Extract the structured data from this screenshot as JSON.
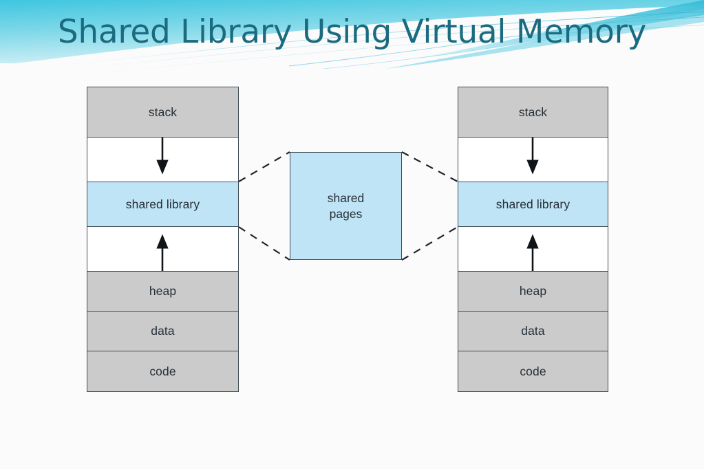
{
  "slide": {
    "title": "Shared Library Using Virtual Memory",
    "title_color": "#1b6b80",
    "background_color": "#fbfbfc",
    "accent_color": "#4cc4dd"
  },
  "diagram": {
    "type": "memory-layout",
    "colors": {
      "gray_segment": "#cbcbcb",
      "blue_segment": "#bfe4f6",
      "border": "#3d4a52",
      "text": "#262f36"
    },
    "left_process": {
      "name": "process-1-address-space",
      "segments": [
        {
          "label": "stack",
          "fill": "gray",
          "arrow": "none"
        },
        {
          "label": "",
          "fill": "white",
          "arrow": "down"
        },
        {
          "label": "shared library",
          "fill": "blue",
          "arrow": "none"
        },
        {
          "label": "",
          "fill": "white",
          "arrow": "up"
        },
        {
          "label": "heap",
          "fill": "gray",
          "arrow": "none"
        },
        {
          "label": "data",
          "fill": "gray",
          "arrow": "none"
        },
        {
          "label": "code",
          "fill": "gray",
          "arrow": "none"
        }
      ]
    },
    "right_process": {
      "name": "process-2-address-space",
      "segments": [
        {
          "label": "stack",
          "fill": "gray",
          "arrow": "none"
        },
        {
          "label": "",
          "fill": "white",
          "arrow": "down"
        },
        {
          "label": "shared library",
          "fill": "blue",
          "arrow": "none"
        },
        {
          "label": "",
          "fill": "white",
          "arrow": "up"
        },
        {
          "label": "heap",
          "fill": "gray",
          "arrow": "none"
        },
        {
          "label": "data",
          "fill": "gray",
          "arrow": "none"
        },
        {
          "label": "code",
          "fill": "gray",
          "arrow": "none"
        }
      ]
    },
    "shared_pages": {
      "line1": "shared",
      "line2": "pages",
      "fill": "blue"
    },
    "connectors": {
      "style": "dashed",
      "description": "dashed lines linking the shared pages box to each process shared library segment"
    }
  }
}
